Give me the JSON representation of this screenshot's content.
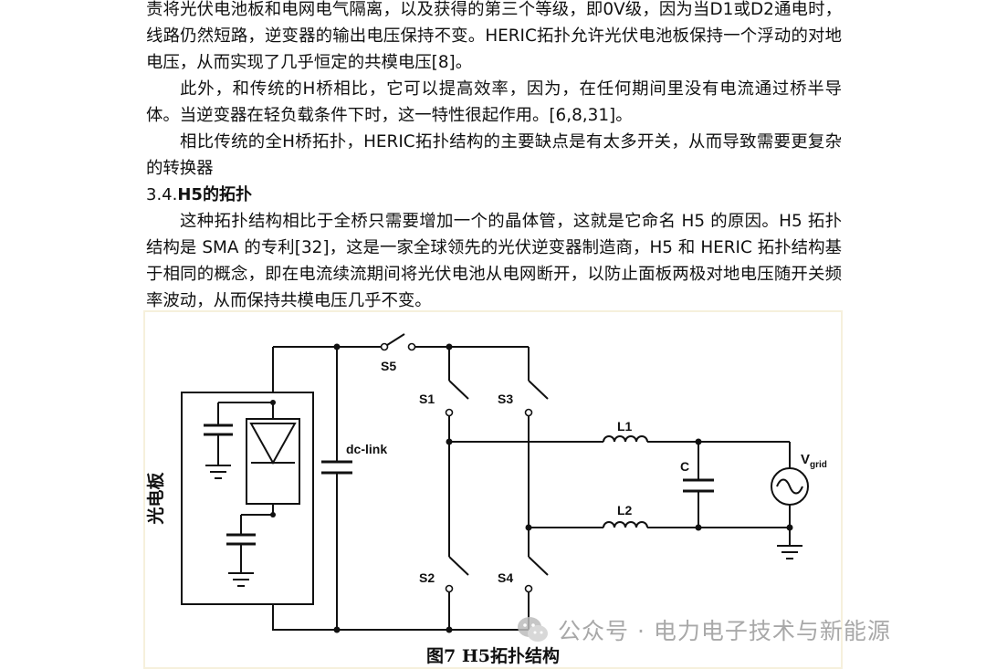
{
  "paragraphs": [
    "责将光伏电池板和电网电气隔离，以及获得的第三个等级，即0V级，因为当D1或D2通电时，线路仍然短路，逆变器的输出电压保持不变。HERIC拓扑允许光伏电池板保持一个浮动的对地电压，从而实现了几乎恒定的共模电压[8]。",
    "此外，和传统的H桥相比，它可以提高效率，因为，在任何期间里没有电流通过桥半导体。当逆变器在轻负载条件下时，这一特性很起作用。[6,8,31]。",
    "相比传统的全H桥拓扑，HERIC拓扑结构的主要缺点是有太多开关，从而导致需要更复杂的转换器"
  ],
  "section": {
    "number": "3.4.",
    "title": "H5的拓扑"
  },
  "paragraphs2": [
    "这种拓扑结构相比于全桥只需要增加一个的晶体管，这就是它命名 H5 的原因。H5 拓扑结构是 SMA 的专利[32]，这是一家全球领先的光伏逆变器制造商，H5 和 HERIC 拓扑结构基于相同的概念，即在电流续流期间将光伏电池从电网断开，以防止面板两极对地电压随开关频率波动，从而保持共模电压几乎不变。"
  ],
  "figure": {
    "labels": {
      "panel": "光电板",
      "dclink": "dc-link",
      "s5": "S5",
      "s1": "S1",
      "s3": "S3",
      "s2": "S2",
      "s4": "S4",
      "l1": "L1",
      "l2": "L2",
      "c": "C",
      "vgrid": "V",
      "vgrid_sub": "grid"
    },
    "caption": "图7  H5拓扑结构"
  },
  "watermark": "公众号 · 电力电子技术与新能源"
}
